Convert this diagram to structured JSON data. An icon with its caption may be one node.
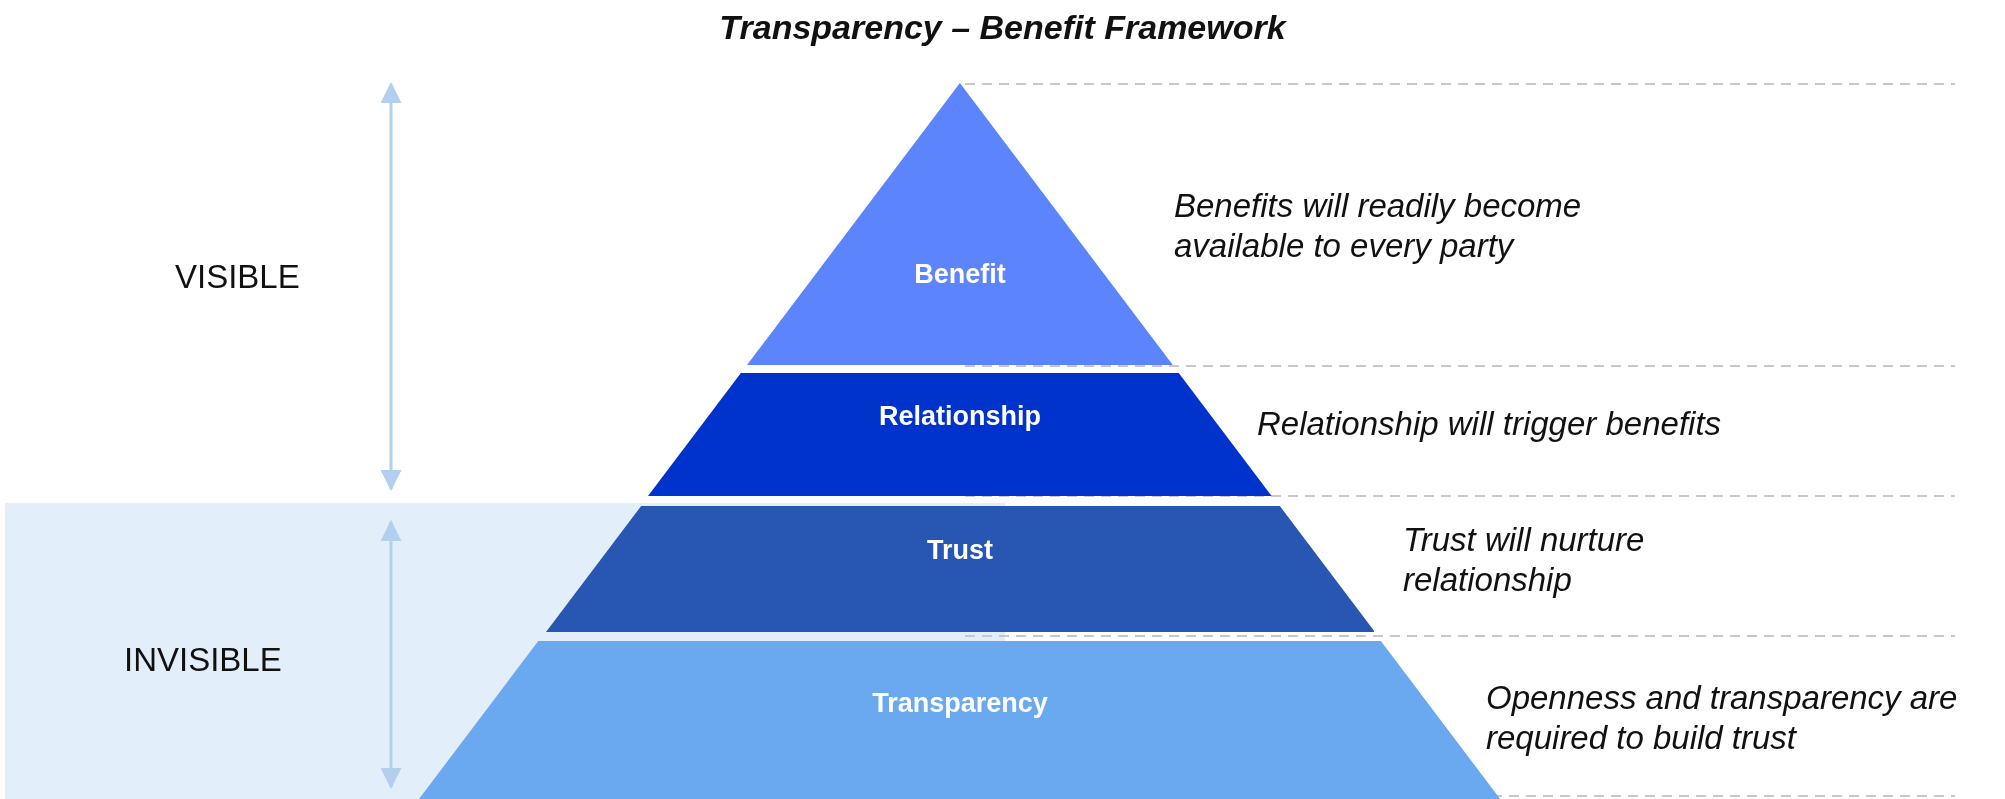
{
  "diagram": {
    "title": "Transparency – Benefit Framework",
    "nodes": [
      {
        "text": [
          "Benefit"
        ],
        "beside": [
          "Benefits will readily become available to every party"
        ]
      },
      {
        "text": [
          "Relationship"
        ],
        "beside": [
          "Relationship will trigger benefits"
        ]
      },
      {
        "text": [
          "Trust"
        ],
        "beside": [
          "Trust will nurture relationship"
        ]
      },
      {
        "text": [
          "Transparency"
        ],
        "beside": [
          "Openness and transparency are required to build trust"
        ]
      }
    ],
    "edges": [],
    "labels": [
      "VISIBLE",
      "INVISIBLE"
    ]
  }
}
